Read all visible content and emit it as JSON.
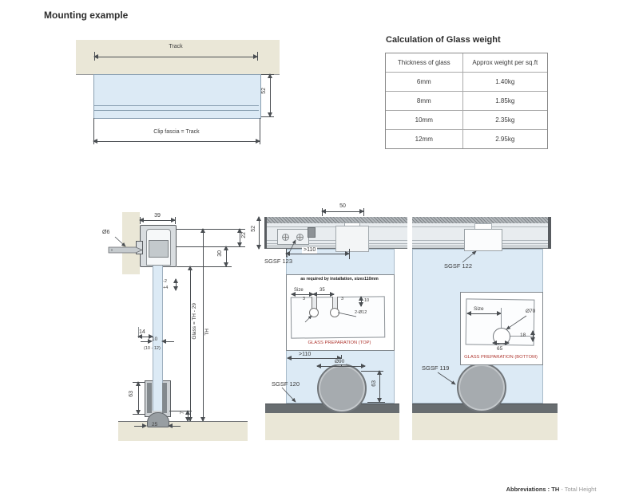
{
  "title": "Mounting example",
  "ceiling_diagram": {
    "track": "Track",
    "height": "52",
    "clip": "Clip fascia = Track"
  },
  "weight_table": {
    "title": "Calculation of Glass weight",
    "col1": "Thickness of glass",
    "col2": "Approx weight per sq.ft",
    "rows": [
      [
        "6mm",
        "1.40kg"
      ],
      [
        "8mm",
        "1.85kg"
      ],
      [
        "10mm",
        "2.35kg"
      ],
      [
        "12mm",
        "2.95kg"
      ]
    ]
  },
  "section": {
    "w39": "39",
    "screw": "Ø6",
    "d22": "22",
    "d30": "30",
    "tol1": "-2",
    "tol2": "+4",
    "d14": "14",
    "d10": "10",
    "d10r": "(10 - 12)",
    "d63": "63",
    "d25": "25",
    "d7": "7",
    "glass": "Glass = TH - 29",
    "th": "TH"
  },
  "middle": {
    "d50": "50",
    "d52": "52",
    "sgsf_top": "SGSF 123",
    "d110a": ">110",
    "note": "as required by installation, size≥110mm",
    "size": "Size",
    "d35": "35",
    "d3a": "3",
    "d3b": "3",
    "d10": "10",
    "holes": "2-Ø12",
    "cap_top": "GLASS PREPARATION (TOP)",
    "d110b": ">110",
    "d90": "Ø90",
    "sgsf_bottom": "SGSF 120",
    "d63": "63"
  },
  "right": {
    "sgsf_top": "SGSF 122",
    "size": "Size",
    "d70": "Ø70",
    "d18": "18",
    "d65": "65",
    "cap_bottom": "GLASS PREPARATION (BOTTOM)",
    "sgsf_bottom": "SGSF 119"
  },
  "footer": {
    "b": "Abbreviations : TH",
    "r": " - Total Height"
  },
  "colors": {
    "wall_beige": "#eae7d7",
    "glass_blue": "#dceaf5",
    "floor_gray": "#686d70",
    "caption_red": "#b03a33",
    "dim_gray": "#4a4e52"
  }
}
